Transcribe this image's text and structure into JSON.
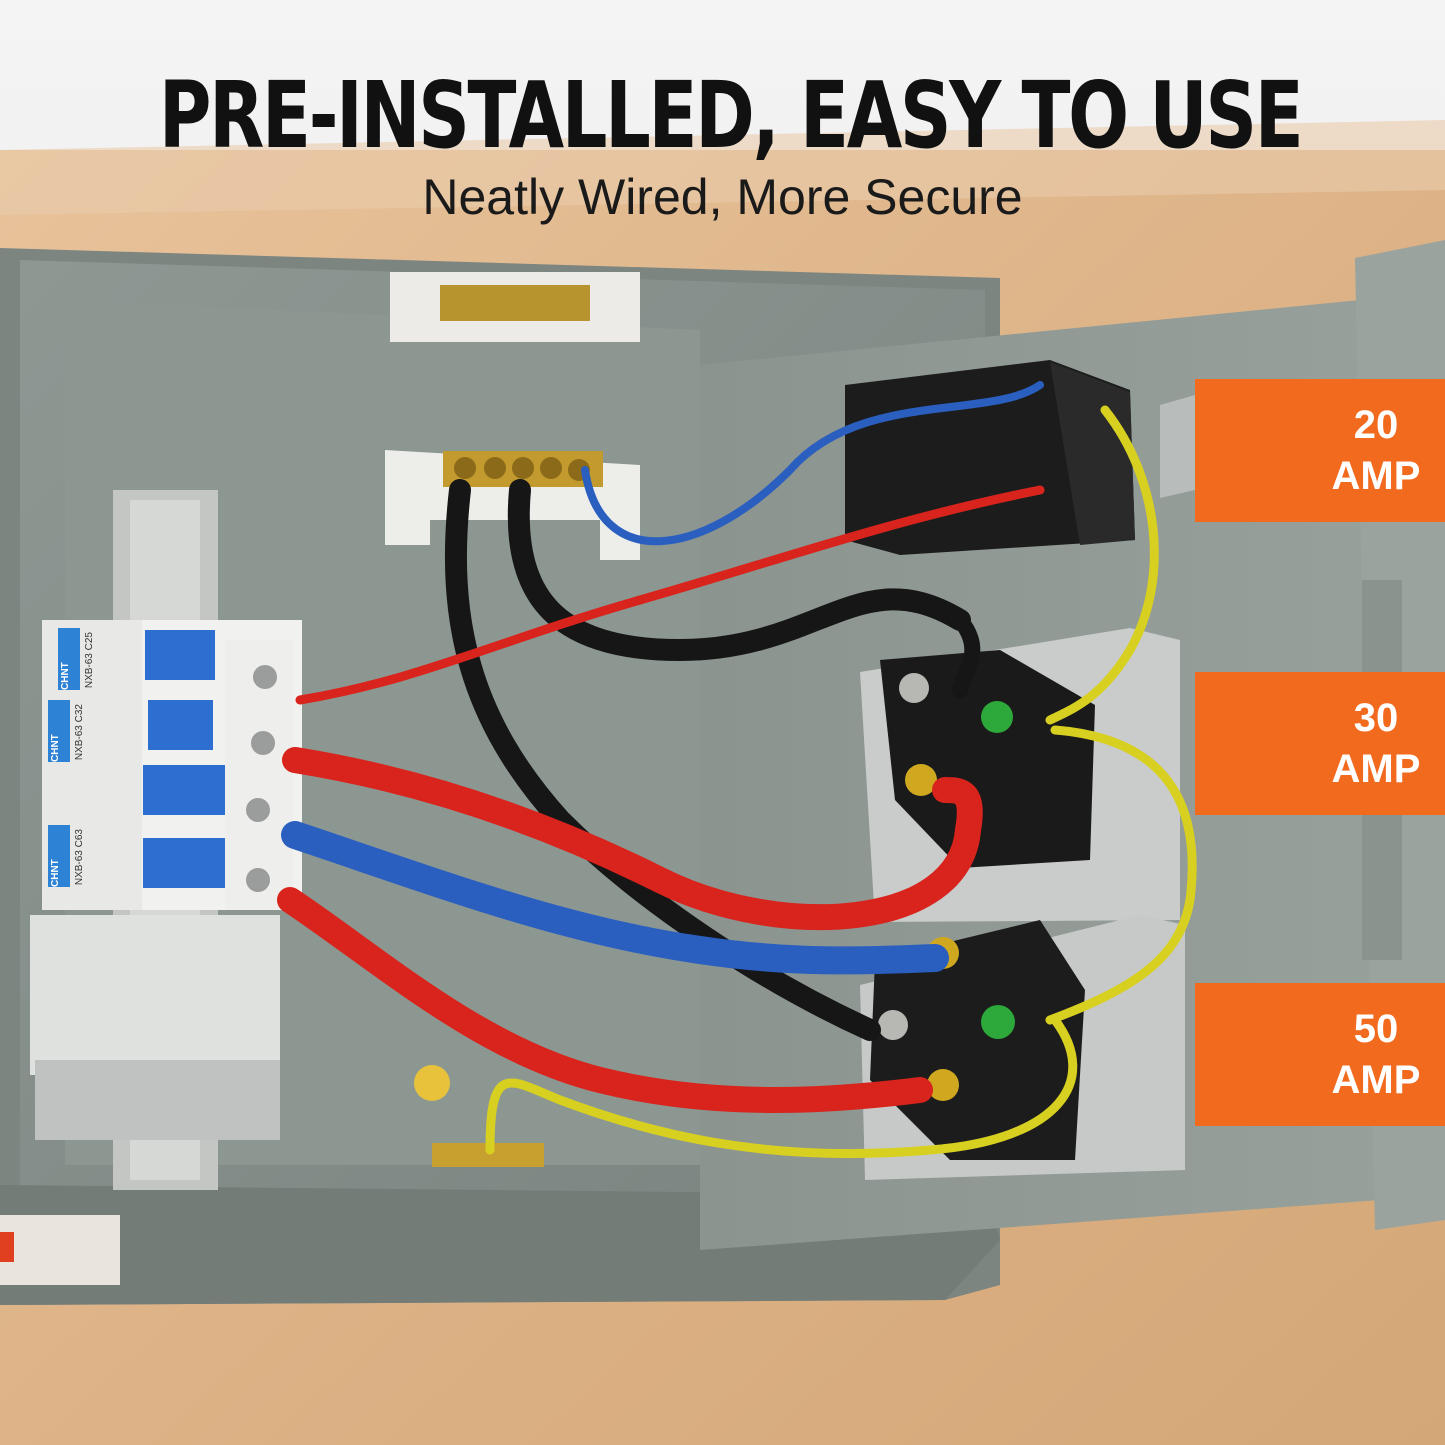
{
  "heading": {
    "title": "PRE-INSTALLED, EASY TO USE",
    "subtitle": "Neatly Wired, More Secure"
  },
  "badges": [
    {
      "value": "20",
      "unit": "AMP"
    },
    {
      "value": "30",
      "unit": "AMP"
    },
    {
      "value": "50",
      "unit": "AMP"
    }
  ],
  "breakers": [
    {
      "brand": "CHNT",
      "model": "NXB-63",
      "rating": "C25"
    },
    {
      "brand": "CHNT",
      "model": "NXB-63",
      "rating": "C32"
    },
    {
      "brand": "CHNT",
      "model": "NXB-63",
      "rating": "C63"
    }
  ],
  "colors": {
    "accent": "#f26a1e",
    "panel": "#8a938e",
    "wood": "#e2b98e",
    "wire_red": "#d8241c",
    "wire_blue": "#2a5fc0",
    "wire_black": "#161616",
    "wire_ground": "#d8d020"
  }
}
